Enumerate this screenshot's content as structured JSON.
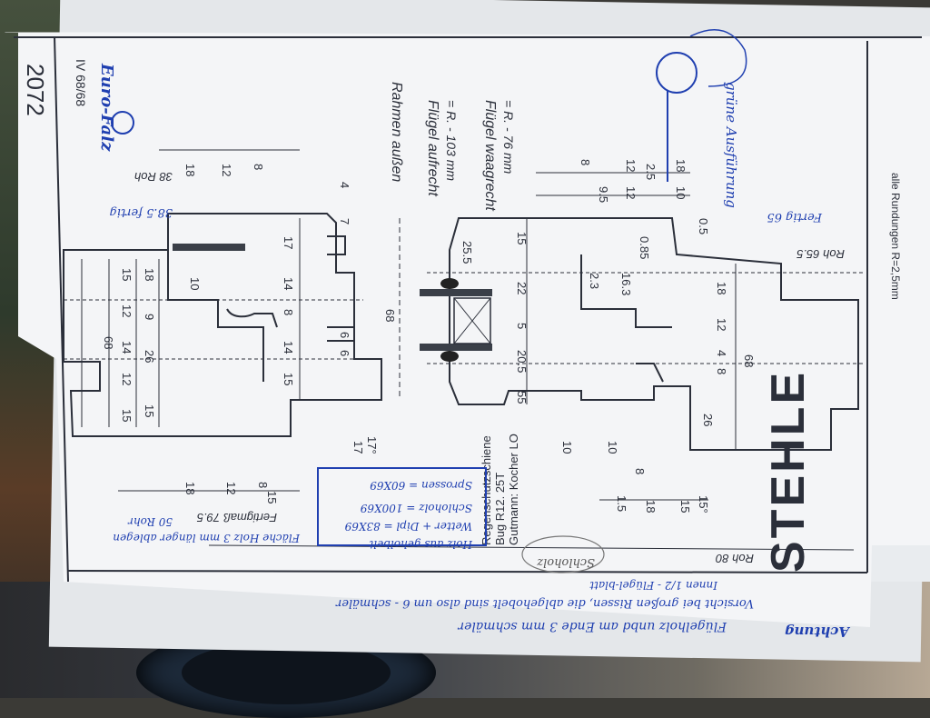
{
  "drawing": {
    "number": "2072",
    "iv": "IV 68/68",
    "system": "Euro-Falz",
    "brand": "STEHLE",
    "rounding_note": "alle Rundungen R=2,5mm",
    "rahmen": "Rahmen außen",
    "fluegel_upright": "Flügel aufrecht",
    "fluegel_upright_r": "= R. - 103 mm",
    "fluegel_level": "Flügel waagrecht",
    "fluegel_level_r": "= R. - 76 mm",
    "rain_rail": "Regenschutzschiene",
    "rain_bug": "Bug R12. 25T",
    "rain_gut": "Gutmann: Kocher LO",
    "fertigmass": "Fertigmaß 79.5",
    "roh_80": "Roh 80",
    "roh_655": "Roh 65.5",
    "fertig_65": "Fertig 65",
    "roh_38": "38 Roh",
    "fertig_385": "38.5 fertig",
    "gruene": "grüne Ausführung",
    "attention": "Achtung",
    "note1": "Flügelholz unbd am Ende 3 mm schmäler",
    "note2": "Vorsicht bei großen Rissen, die ablgehobelt sind also um 6 - schmäler",
    "note3": "Innen 1/2 - Flügel-blatt",
    "note4": "Fläche Holz 3 mm länger ablegen",
    "note5": "50 Rohr",
    "box_title": "Holz aus geholbelt",
    "box_l1": "Wetter + Dipl = 83X69",
    "box_l2": "Schloholz = 100X69",
    "box_l3": "Sprossen = 60X69",
    "stamp": "Schloholz",
    "dims": [
      "18",
      "12",
      "8",
      "15",
      "12",
      "14",
      "12",
      "15",
      "18",
      "9",
      "26",
      "15",
      "17",
      "14",
      "8",
      "14",
      "15",
      "68",
      "6",
      "6",
      "7",
      "4",
      "25.5",
      "22",
      "5",
      "20.5",
      "55",
      "15",
      "2.3",
      "16.3",
      "0.85",
      "18",
      "12",
      "4",
      "8",
      "68",
      "26",
      "8",
      "18",
      "15",
      "10",
      "17",
      "18",
      "12",
      "8",
      "15",
      "10",
      "12",
      "9.5",
      "8",
      "12",
      "2.5",
      "18",
      "10",
      "10",
      "0.5",
      "15°",
      "17°",
      "1.5",
      "68"
    ]
  },
  "colors": {
    "ink": "#2b2f3a",
    "pen": "#1f3fb0",
    "paper": "#f4f5f7"
  }
}
